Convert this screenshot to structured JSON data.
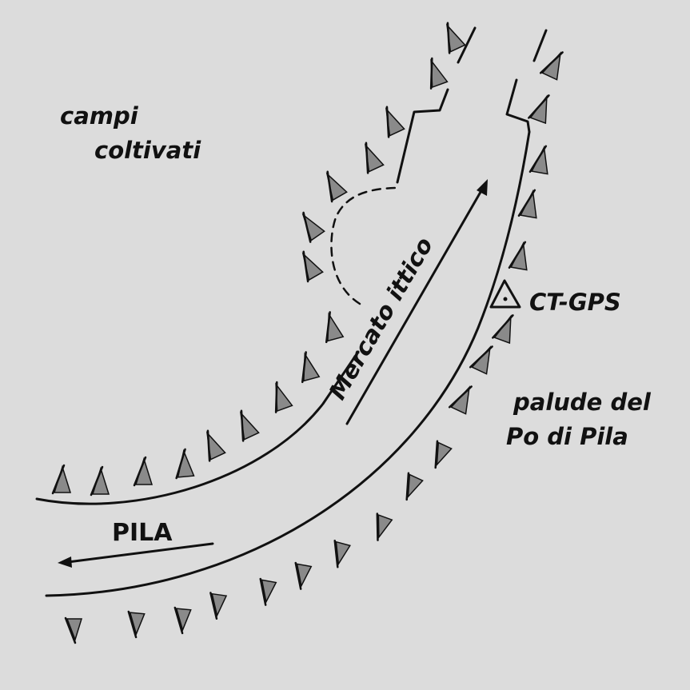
{
  "labels": {
    "fields": [
      "campi",
      "coltivati"
    ],
    "market": "Mercato ittico",
    "station": "CT-GPS",
    "marsh": [
      "palude del",
      "Po di Pila"
    ],
    "town": "PILA"
  },
  "colors": {
    "background": "#dcdcdc",
    "ink": "#111111",
    "symbol_fill": "#8a8a8a"
  },
  "symbols": {
    "embankment_hachure": "bank-tick-icon",
    "control_station": "triangle-point-icon",
    "direction_arrow": "arrow-icon"
  }
}
